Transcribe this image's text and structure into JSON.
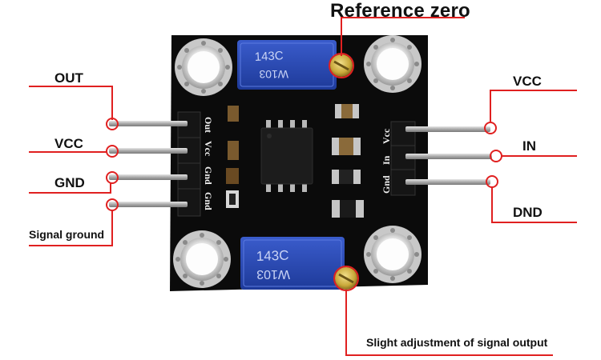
{
  "title": "Reference zero",
  "left_pins": [
    {
      "label": "OUT"
    },
    {
      "label": "VCC"
    },
    {
      "label": "GND"
    },
    {
      "label": "Signal ground"
    }
  ],
  "right_pins": [
    {
      "label": "VCC"
    },
    {
      "label": "IN"
    },
    {
      "label": "DND"
    }
  ],
  "bottom_label": "Slight adjustment of signal output",
  "silkscreen": {
    "left": [
      "Out",
      "Vcc",
      "Gnd",
      "Gnd"
    ],
    "right": [
      "Vcc",
      "In",
      "Gnd"
    ]
  },
  "trimpot_top": {
    "line1": "143C",
    "line2": "W103"
  },
  "trimpot_bottom": {
    "line1": "143C",
    "line2": "W103"
  },
  "colors": {
    "callout": "#e02020",
    "pcb": "#0b0b0b",
    "trimpot": "#2b4db3",
    "pin": "#b5b5b5"
  }
}
